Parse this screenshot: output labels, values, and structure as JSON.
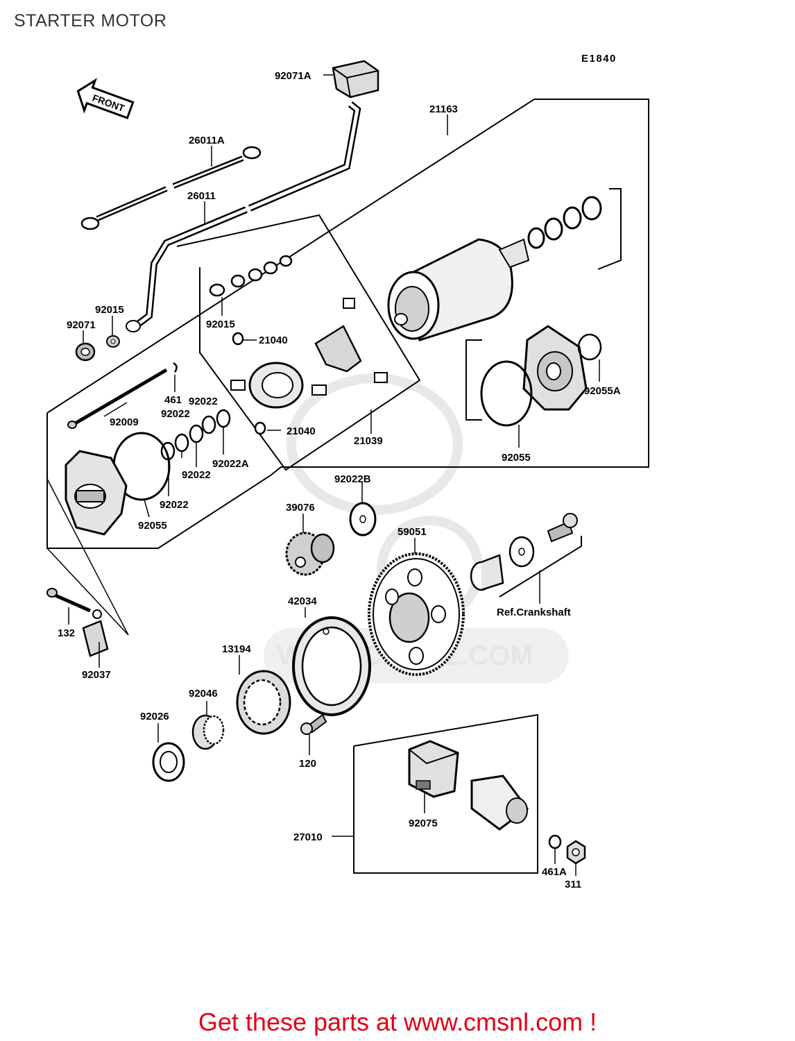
{
  "page": {
    "title": "STARTER MOTOR",
    "diagram_code": "E1840",
    "front_label": "FRONT",
    "watermark_text": "WWW.CMSNL.COM",
    "footer_link": "Get these parts at www.cmsnl.com !",
    "footer_color": "#e0001a"
  },
  "parts": {
    "p92071A": "92071A",
    "p21163": "21163",
    "p26011A": "26011A",
    "p26011": "26011",
    "p92015a": "92015",
    "p92071": "92071",
    "p92015b": "92015",
    "p21040a": "21040",
    "p461": "461",
    "p92022a": "92022",
    "p92022b": "92022",
    "p92009": "92009",
    "p21040b": "21040",
    "p21039": "21039",
    "p92022c": "92022",
    "p92022A": "92022A",
    "p92022d": "92022",
    "p92055a": "92055",
    "p92055A": "92055A",
    "p92055b": "92055",
    "p92022B": "92022B",
    "p39076": "39076",
    "p59051": "59051",
    "pRef": "Ref.Crankshaft",
    "p42034": "42034",
    "p132": "132",
    "p92037": "92037",
    "p13194": "13194",
    "p92046": "92046",
    "p92026": "92026",
    "p120": "120",
    "p92075": "92075",
    "p27010": "27010",
    "p461A": "461A",
    "p311": "311"
  }
}
